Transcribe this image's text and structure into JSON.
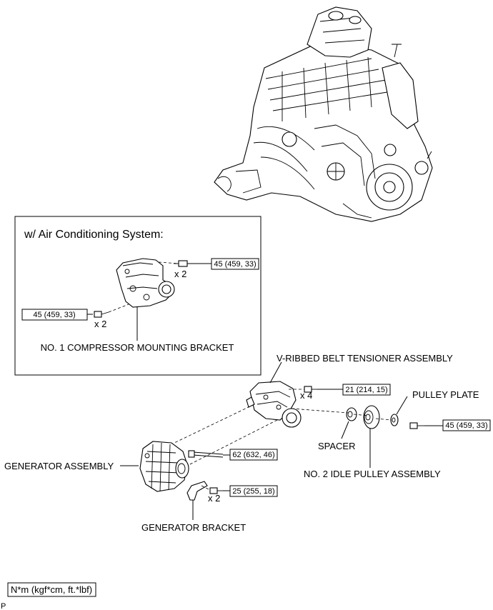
{
  "inset": {
    "title": "w/ Air Conditioning System:"
  },
  "labels": {
    "compressor_bracket": "NO. 1 COMPRESSOR MOUNTING BRACKET",
    "tensioner": "V-RIBBED BELT TENSIONER ASSEMBLY",
    "pulley_plate": "PULLEY PLATE",
    "spacer": "SPACER",
    "idle_pulley": "NO. 2 IDLE PULLEY ASSEMBLY",
    "generator": "GENERATOR ASSEMBLY",
    "generator_bracket": "GENERATOR BRACKET"
  },
  "torques": {
    "inset_upper": "45 (459, 33)",
    "inset_lower": "45 (459, 33)",
    "tensioner": "21 (214, 15)",
    "pulley_plate": "45 (459, 33)",
    "generator_bolt": "62 (632, 46)",
    "generator_bracket": "25 (255, 18)"
  },
  "quantities": {
    "inset_upper": "x 2",
    "inset_lower": "x 2",
    "tensioner": "x 4",
    "generator_bracket": "x 2"
  },
  "units_legend": "N*m (kgf*cm, ft.*lbf)",
  "footer_mark": "P"
}
